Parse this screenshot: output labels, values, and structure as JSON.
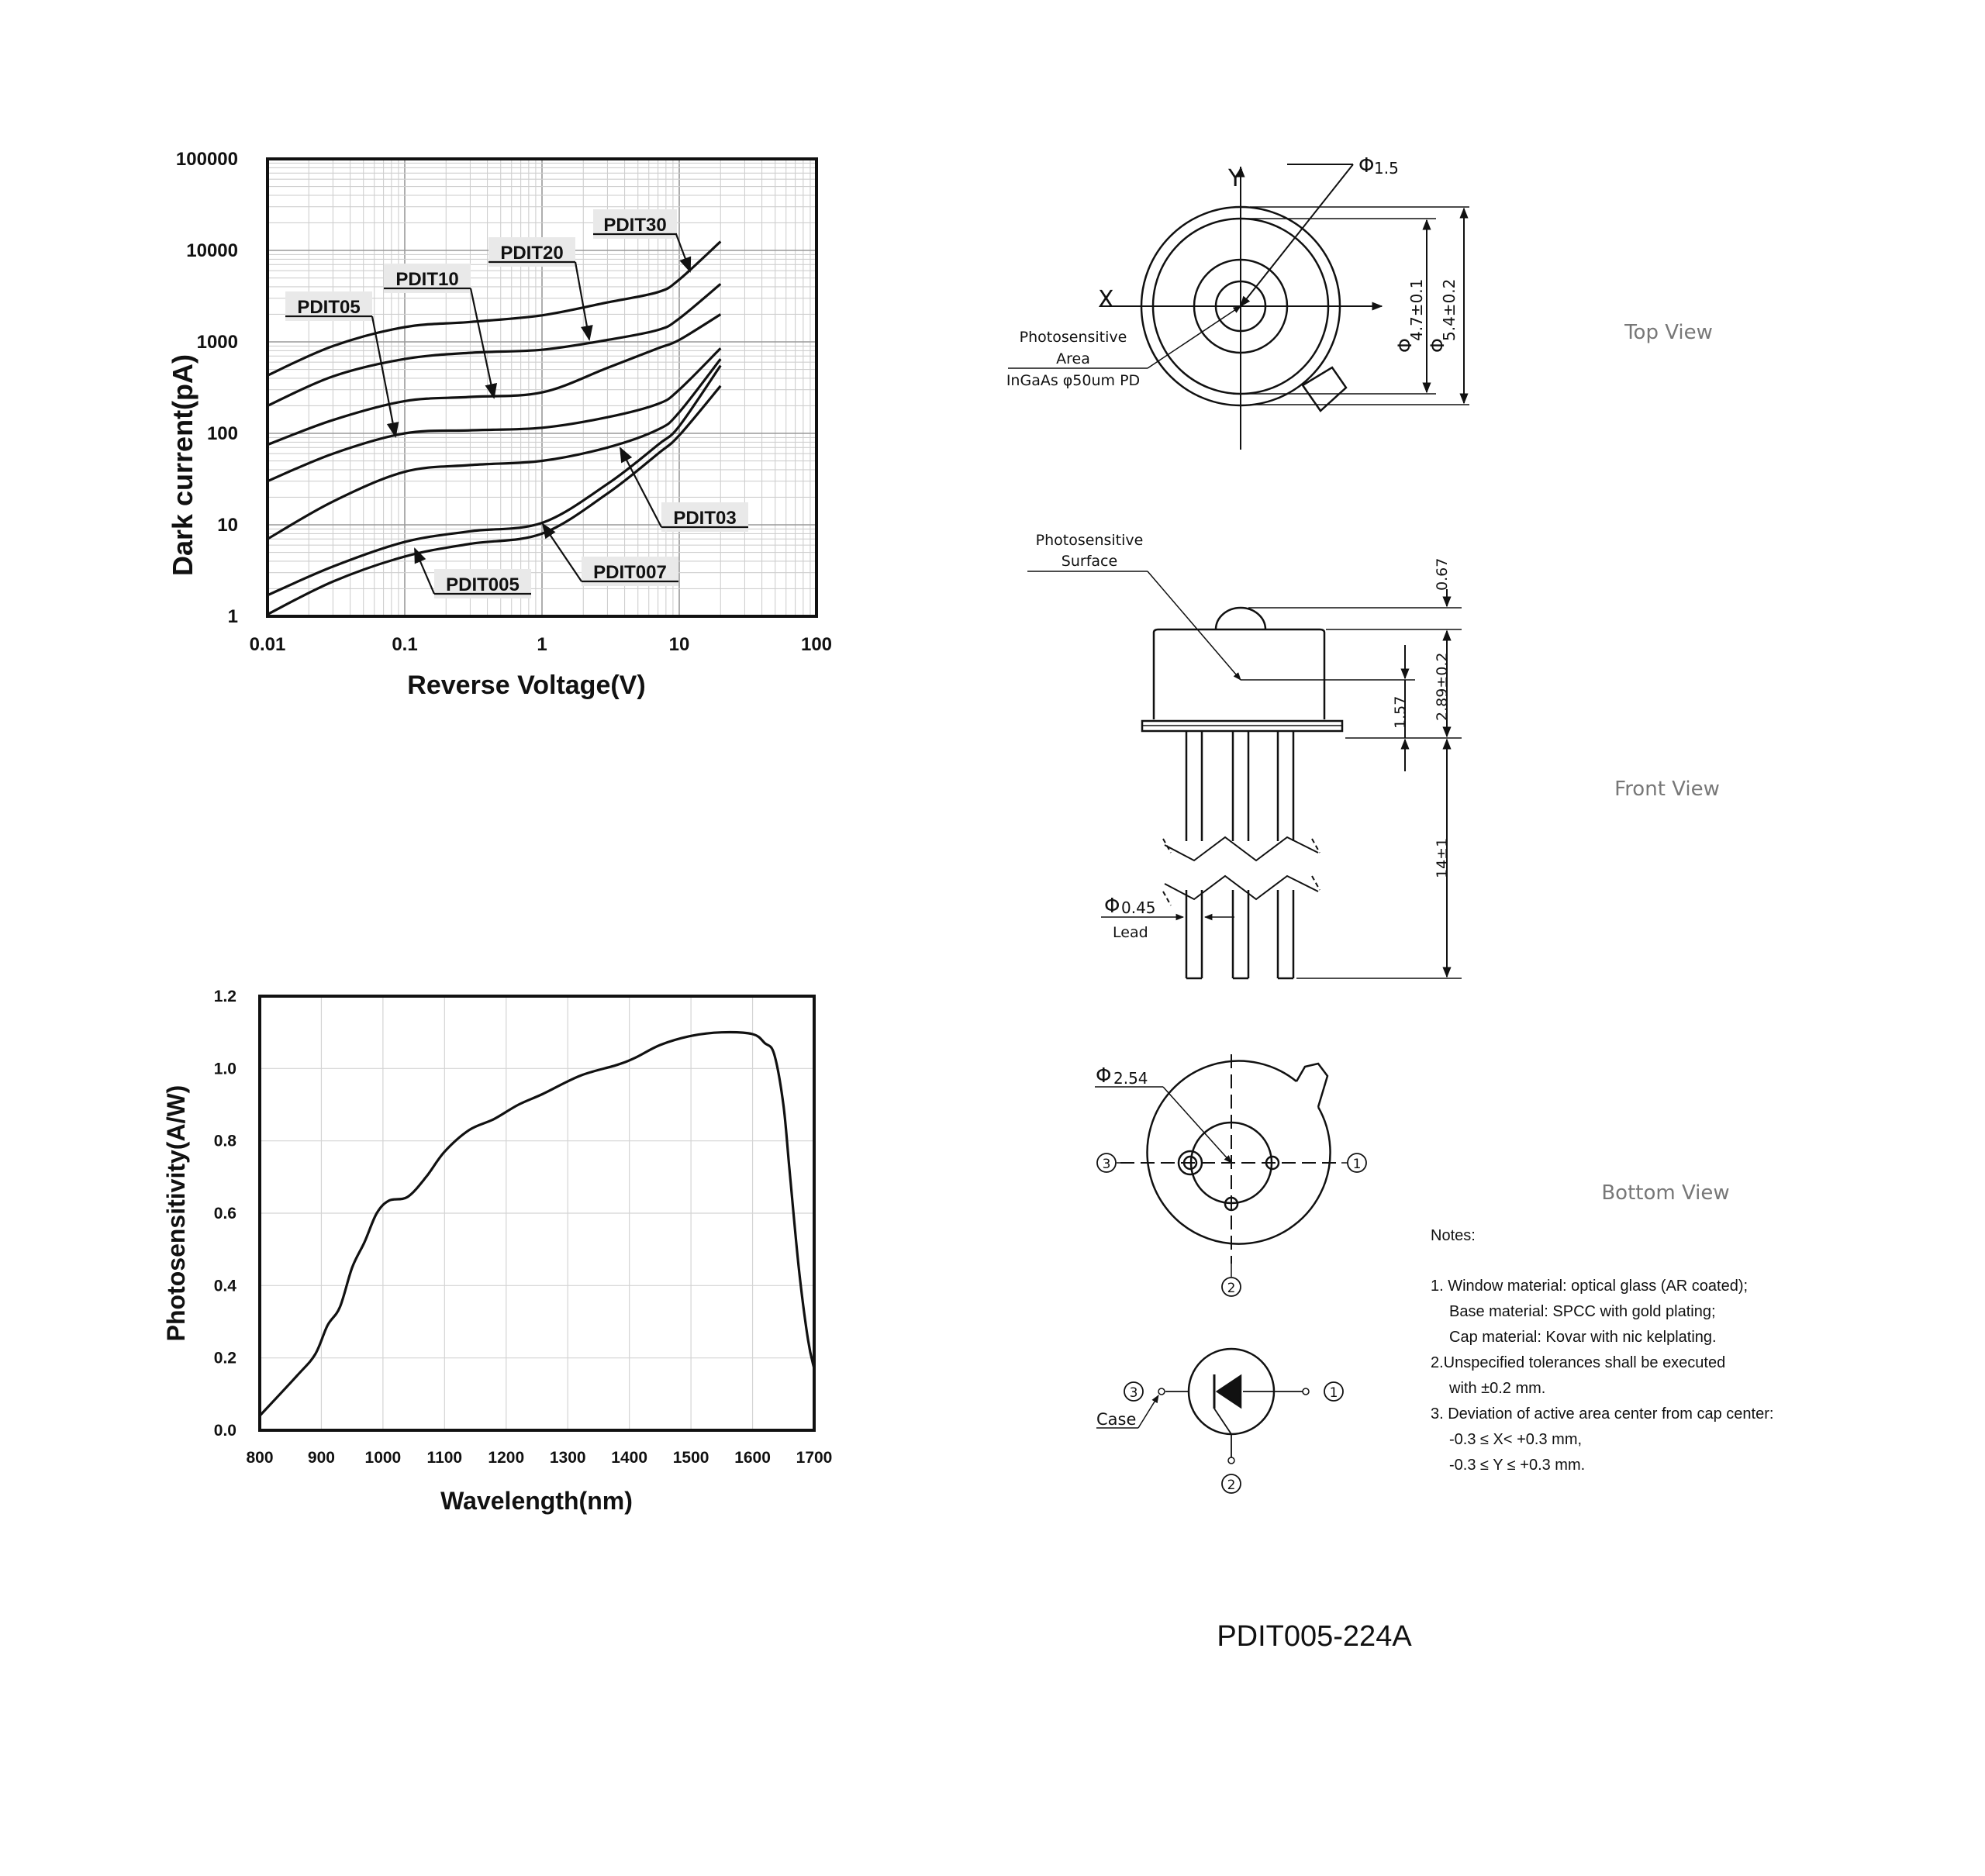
{
  "chart_data": [
    {
      "type": "line",
      "xlabel": "Reverse Voltage(V)",
      "ylabel": "Dark current(pA)",
      "x_scale": "log",
      "y_scale": "log",
      "xlim": [
        0.01,
        100
      ],
      "ylim": [
        1,
        100000
      ],
      "x_ticks": [
        "0.01",
        "0.1",
        "1",
        "10",
        "100"
      ],
      "y_ticks": [
        "1",
        "10",
        "100",
        "1000",
        "10000",
        "100000"
      ],
      "grid": true,
      "series": [
        {
          "name": "PDIT30",
          "x": [
            0.01,
            0.03,
            0.1,
            0.3,
            1,
            3,
            7,
            10,
            20
          ],
          "y": [
            430,
            900,
            1450,
            1650,
            1950,
            2700,
            3500,
            4800,
            12500
          ]
        },
        {
          "name": "PDIT20",
          "x": [
            0.01,
            0.03,
            0.1,
            0.3,
            1,
            3,
            7,
            10,
            20
          ],
          "y": [
            200,
            420,
            650,
            760,
            820,
            1050,
            1350,
            1800,
            4300
          ]
        },
        {
          "name": "PDIT10",
          "x": [
            0.01,
            0.03,
            0.1,
            0.3,
            1,
            3,
            7,
            10,
            20
          ],
          "y": [
            75,
            140,
            225,
            250,
            280,
            520,
            850,
            1050,
            2000
          ]
        },
        {
          "name": "PDIT05",
          "x": [
            0.01,
            0.03,
            0.1,
            0.3,
            1,
            3,
            7,
            10,
            20
          ],
          "y": [
            30,
            60,
            100,
            108,
            115,
            150,
            210,
            300,
            850
          ]
        },
        {
          "name": "PDIT03",
          "x": [
            0.01,
            0.03,
            0.1,
            0.3,
            1,
            3,
            7,
            10,
            20
          ],
          "y": [
            7,
            18,
            38,
            45,
            50,
            70,
            110,
            170,
            650
          ]
        },
        {
          "name": "PDIT007",
          "x": [
            0.01,
            0.03,
            0.1,
            0.3,
            1,
            3,
            7,
            10,
            20
          ],
          "y": [
            1.7,
            3.5,
            6.5,
            8.5,
            10.5,
            28,
            75,
            120,
            550
          ]
        },
        {
          "name": "PDIT005",
          "x": [
            0.01,
            0.03,
            0.1,
            0.3,
            1,
            3,
            7,
            10,
            20
          ],
          "y": [
            1.05,
            2.4,
            4.5,
            6.2,
            8,
            22,
            60,
            95,
            330
          ]
        }
      ]
    },
    {
      "type": "line",
      "xlabel": "Wavelength(nm)",
      "ylabel": "Photosensitivity(A/W)",
      "xlim": [
        800,
        1700
      ],
      "ylim": [
        0,
        1.2
      ],
      "x_ticks": [
        "800",
        "900",
        "1000",
        "1100",
        "1200",
        "1300",
        "1400",
        "1500",
        "1600",
        "1700"
      ],
      "y_ticks": [
        "0.0",
        "0.2",
        "0.4",
        "0.6",
        "0.8",
        "1.0",
        "1.2"
      ],
      "grid": true,
      "series": [
        {
          "x": [
            800,
            860,
            890,
            910,
            930,
            950,
            970,
            990,
            1010,
            1040,
            1070,
            1100,
            1140,
            1180,
            1220,
            1260,
            1320,
            1380,
            1410,
            1450,
            1500,
            1550,
            1600,
            1620,
            1635,
            1650,
            1660,
            1675,
            1690,
            1700
          ],
          "y": [
            0.04,
            0.15,
            0.21,
            0.29,
            0.34,
            0.45,
            0.52,
            0.6,
            0.635,
            0.645,
            0.7,
            0.77,
            0.83,
            0.86,
            0.9,
            0.93,
            0.98,
            1.01,
            1.03,
            1.065,
            1.09,
            1.1,
            1.095,
            1.07,
            1.04,
            0.9,
            0.72,
            0.45,
            0.25,
            0.17
          ]
        }
      ]
    }
  ],
  "drawing": {
    "top": {
      "view_label": "Top View",
      "axis_y": "Y",
      "axis_x": "X",
      "dim_window": "1.5",
      "dim_inner": "4.7±0.1",
      "dim_outer": "5.4±0.2",
      "area_lines": [
        "Photosensitive",
        "Area",
        "InGaAs φ50um PD"
      ]
    },
    "front": {
      "view_label": "Front View",
      "surface_lines": [
        "Photosensitive",
        "Surface"
      ],
      "dim_lens": "0.67",
      "dim_cap": "2.89±0.2",
      "dim_focus": "1.57",
      "dim_lead_len": "14±1",
      "dim_lead": "0.45",
      "lead_label": "Lead"
    },
    "bottom": {
      "view_label": "Bottom View",
      "dim_pcd": "2.54",
      "pin1": "1",
      "pin2": "2",
      "pin3": "3"
    },
    "schematic": {
      "pin1": "1",
      "pin2": "2",
      "pin3": "3",
      "case_label": "Case"
    },
    "diameter_symbol": "Φ"
  },
  "notes": {
    "title": "Notes:",
    "lines": [
      "1. Window material: optical glass (AR coated);",
      "Base material: SPCC with gold plating;",
      "Cap material: Kovar with nic kelplating.",
      "2.Unspecified tolerances shall be executed",
      "with ±0.2 mm.",
      "3. Deviation of active area center from cap center:",
      "-0.3 ≤ X< +0.3 mm,",
      "-0.3 ≤ Y ≤ +0.3 mm."
    ]
  },
  "part_number": "PDIT005-224A"
}
